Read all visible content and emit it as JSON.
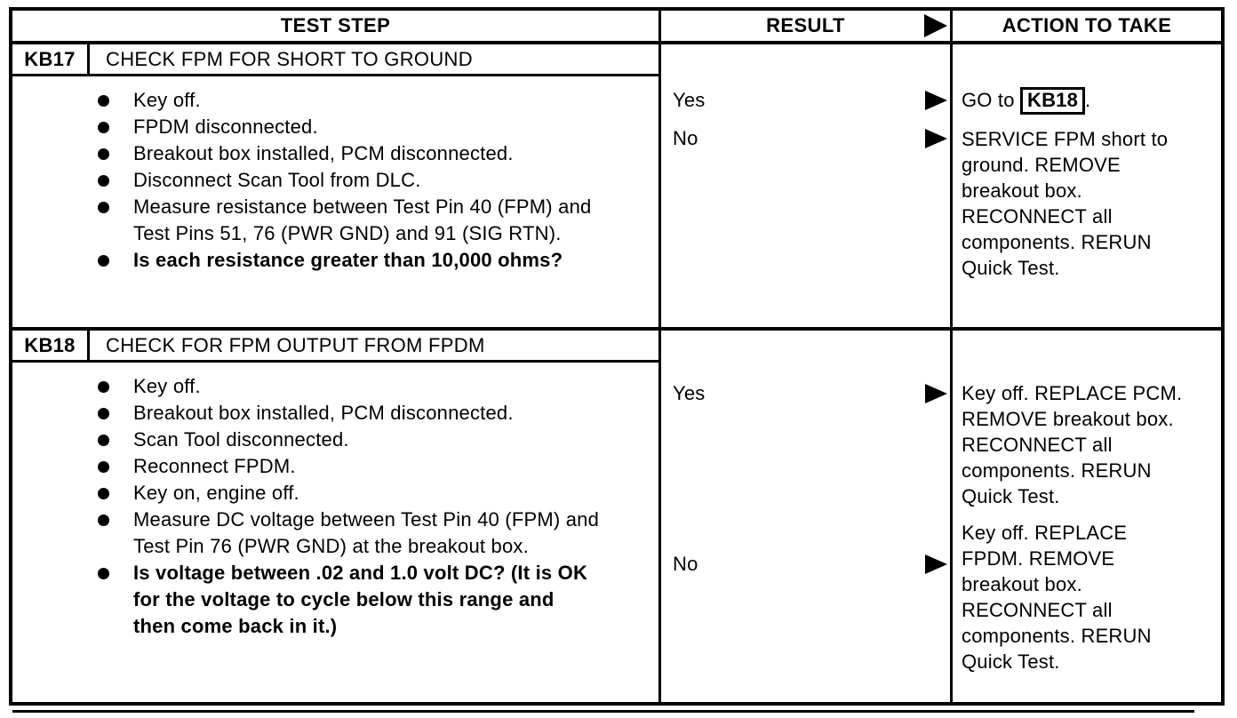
{
  "header": {
    "test_step": "TEST STEP",
    "result": "RESULT",
    "action": "ACTION TO TAKE"
  },
  "icons": {
    "result_arrow": "right-pointing-solid-triangle"
  },
  "colors": {
    "ink": "#000000",
    "paper": "#ffffff"
  },
  "rows": [
    {
      "id": "KB17",
      "title": "CHECK FPM FOR SHORT TO GROUND",
      "bullets": [
        "Key off.",
        "FPDM disconnected.",
        "Breakout box installed, PCM disconnected.",
        "Disconnect Scan Tool from DLC.",
        "Measure resistance between Test Pin 40 (FPM) and Test Pins 51, 76 (PWR GND) and 91 (SIG RTN)."
      ],
      "question": "Is each resistance greater than 10,000 ohms?",
      "outcomes": [
        {
          "result": "Yes",
          "action_prefix": "GO to ",
          "action_ref": "KB18",
          "action_suffix": "."
        },
        {
          "result": "No",
          "action": "SERVICE FPM short to ground. REMOVE breakout box. RECONNECT all components. RERUN Quick Test."
        }
      ]
    },
    {
      "id": "KB18",
      "title": "CHECK FOR FPM OUTPUT FROM FPDM",
      "bullets": [
        "Key off.",
        "Breakout box installed, PCM disconnected.",
        "Scan Tool disconnected.",
        "Reconnect FPDM.",
        "Key on, engine off.",
        "Measure DC voltage between Test Pin 40 (FPM) and Test Pin 76 (PWR GND) at the breakout box."
      ],
      "question": "Is voltage between .02 and 1.0 volt DC? (It is OK for the voltage to cycle below this range and then come back in it.)",
      "outcomes": [
        {
          "result": "Yes",
          "action": "Key off. REPLACE PCM. REMOVE breakout box. RECONNECT all components. RERUN Quick Test."
        },
        {
          "result": "No",
          "action": "Key off. REPLACE FPDM. REMOVE breakout box. RECONNECT all components. RERUN Quick Test."
        }
      ]
    }
  ]
}
